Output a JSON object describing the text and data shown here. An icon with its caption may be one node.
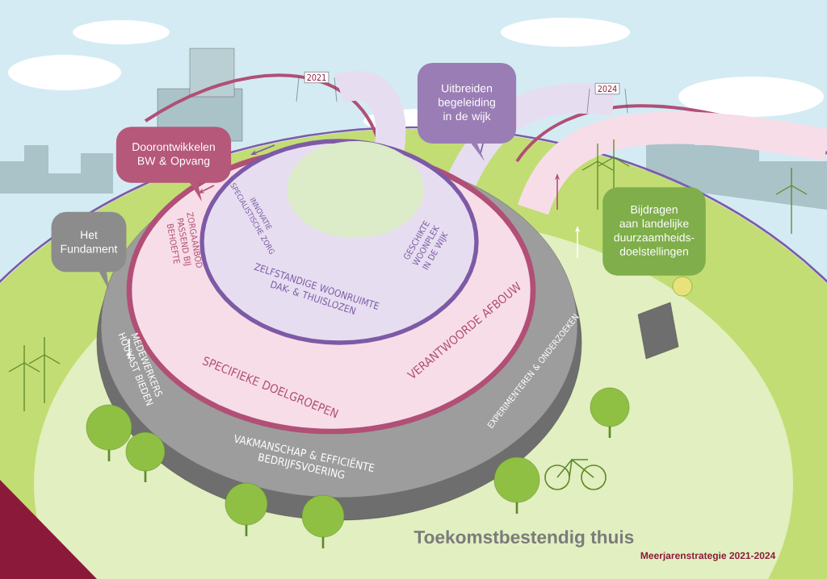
{
  "diagram": {
    "title": "Toekomstbestendig thuis",
    "caption": "Meerjarenstrategie 2021-2024",
    "nodes": [
      {
        "text": [
          "Uitbreiden begeleiding in de wijk"
        ]
      },
      {
        "text": [
          "Doorontwikkelen BW & Opvang"
        ]
      },
      {
        "text": [
          "Bijdragen aan landelijke duurzaamheids-doelstellingen"
        ]
      },
      {
        "text": [
          "Het Fundament"
        ]
      }
    ],
    "labels": [
      "2021",
      "2024",
      "ZORGAANBOD PASSEND BIJ BEHOEFTE",
      "INNOVATIE SPECIALISTISCHE ZORG",
      "GESCHIKTE WOONPLEK IN DE WIJK",
      "ZELFSTANDIGE WOONRUIMTE DAK- & THUISLOZEN",
      "MEDEWERKERS HOUVAST BIEDEN",
      "SPECIFIEKE DOELGROEPEN",
      "VERANTWOORDE AFBOUW",
      "EXPERIMENTEREN & ONDERZOEKEN",
      "VAKMANSCHAP & EFFICIËNTE BEDRIJFSVOERING"
    ]
  }
}
